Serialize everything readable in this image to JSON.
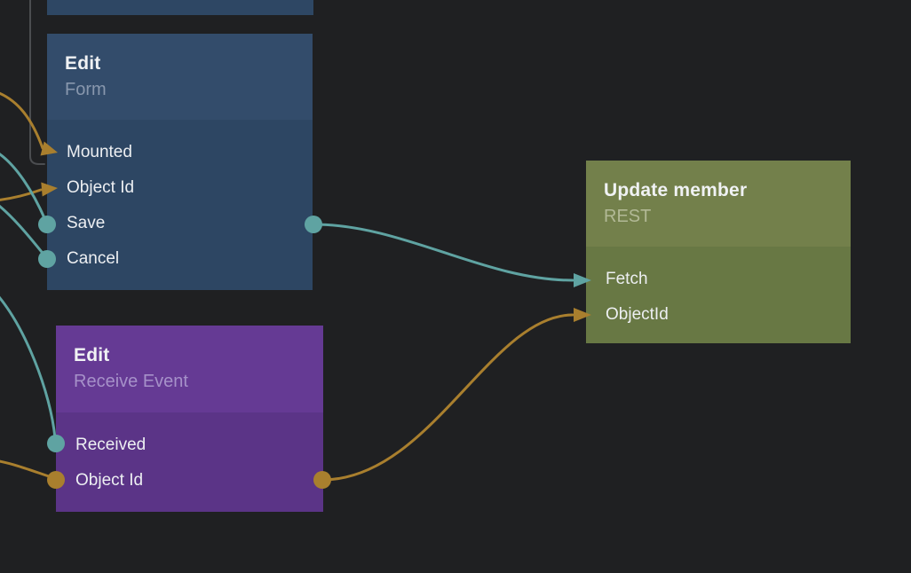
{
  "app": {
    "kind": "node-graph-canvas",
    "background": "#1f2022"
  },
  "colors": {
    "teal": "#5fa3a2",
    "orange": "#a97f2e",
    "gray_wire": "#4b4d50",
    "blue_header": "#334c6b",
    "blue_body": "#2d4663",
    "purple_header": "#653a94",
    "purple_body": "#5b3487",
    "olive_header": "#73804b",
    "olive_body": "#687844"
  },
  "nodes": [
    {
      "id": "partial-node-top",
      "title": "",
      "subtitle": "",
      "ports": []
    },
    {
      "id": "edit-form",
      "title": "Edit",
      "subtitle": "Form",
      "ports": [
        {
          "label": "Mounted",
          "direction": "input",
          "connector": "arrow",
          "color": "orange"
        },
        {
          "label": "Object Id",
          "direction": "input",
          "connector": "arrow",
          "color": "orange"
        },
        {
          "label": "Save",
          "direction": "input",
          "connector": "circle",
          "color": "teal"
        },
        {
          "label": "Cancel",
          "direction": "input",
          "connector": "circle",
          "color": "teal"
        }
      ],
      "output_connectors": [
        {
          "row": "Save",
          "connector": "circle",
          "color": "teal"
        }
      ]
    },
    {
      "id": "edit-receive-event",
      "title": "Edit",
      "subtitle": "Receive Event",
      "ports": [
        {
          "label": "Received",
          "direction": "input",
          "connector": "circle",
          "color": "teal"
        },
        {
          "label": "Object Id",
          "direction": "input",
          "connector": "circle",
          "color": "orange"
        }
      ],
      "output_connectors": [
        {
          "row": "Object Id",
          "connector": "circle",
          "color": "orange"
        }
      ]
    },
    {
      "id": "update-member",
      "title": "Update member",
      "subtitle": "REST",
      "ports": [
        {
          "label": "Fetch",
          "direction": "input",
          "connector": "arrow",
          "color": "teal"
        },
        {
          "label": "ObjectId",
          "direction": "input",
          "connector": "arrow",
          "color": "orange"
        }
      ]
    }
  ],
  "connections": [
    {
      "from": "off-canvas-left",
      "to": "edit-form.Mounted",
      "color": "orange"
    },
    {
      "from": "off-canvas-top",
      "to": "edit-form.Mounted",
      "color": "gray"
    },
    {
      "from": "off-canvas-left",
      "to": "edit-form.Object Id",
      "color": "orange"
    },
    {
      "from": "off-canvas-left",
      "to": "edit-form.Save",
      "color": "teal"
    },
    {
      "from": "off-canvas-left",
      "to": "edit-form.Cancel",
      "color": "teal"
    },
    {
      "from": "off-canvas-left",
      "to": "edit-receive-event.Received",
      "color": "teal"
    },
    {
      "from": "off-canvas-left",
      "to": "edit-receive-event.Object Id",
      "color": "orange"
    },
    {
      "from": "edit-form.Save",
      "to": "update-member.Fetch",
      "color": "teal"
    },
    {
      "from": "edit-receive-event.Object Id",
      "to": "update-member.ObjectId",
      "color": "orange"
    }
  ]
}
